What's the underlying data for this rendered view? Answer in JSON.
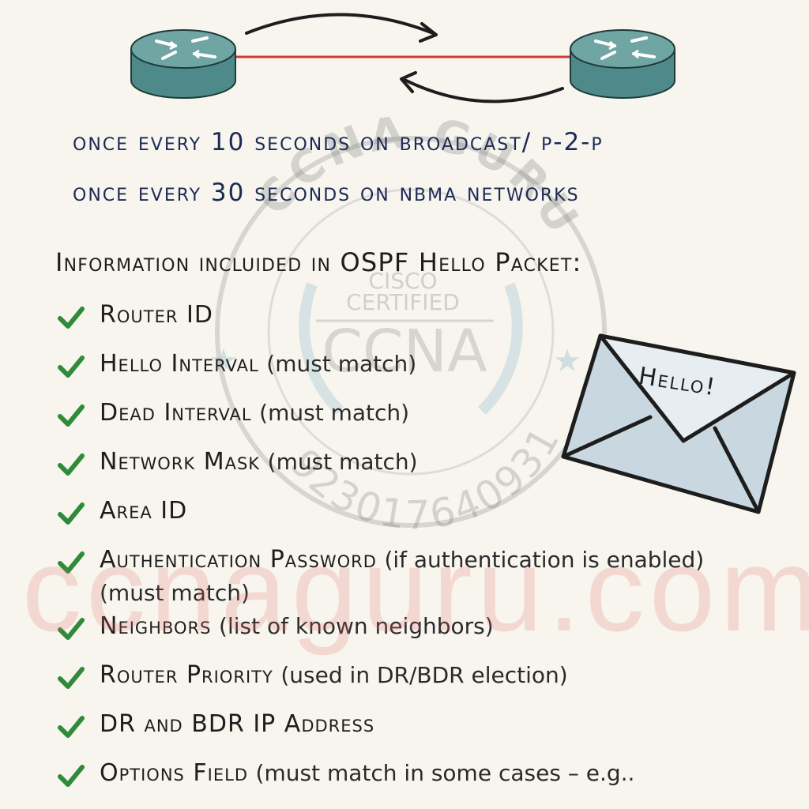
{
  "timing": {
    "line1": "once every 10 seconds on broadcast/ p-2-p",
    "line2": "once every 30 seconds on nbma networks"
  },
  "heading": "Information incluided in OSPF Hello Packet:",
  "items": [
    {
      "name": "Router ID",
      "note": ""
    },
    {
      "name": "Hello Interval",
      "note": "(must match)"
    },
    {
      "name": "Dead Interval",
      "note": "(must match)"
    },
    {
      "name": "Network Mask",
      "note": "(must match)"
    },
    {
      "name": "Area ID",
      "note": ""
    },
    {
      "name": "Authentication Password",
      "note": "(if authentication is enabled) (must match)"
    },
    {
      "name": "Neighbors",
      "note": "(list of known neighbors)"
    },
    {
      "name": "Router Priority",
      "note": "(used in DR/BDR election)"
    },
    {
      "name": "DR and BDR IP Address",
      "note": ""
    },
    {
      "name": "Options Field",
      "note": "(must match in some cases – e.g.."
    }
  ],
  "envelope": {
    "label": "Hello!"
  },
  "watermark": {
    "seal_top": "CCNA GURU",
    "seal_line1": "CISCO",
    "seal_line2": "CERTIFIED",
    "seal_line3": "CCNA",
    "seal_number": "923017640931",
    "site": "ccnaguru.com"
  },
  "colors": {
    "router_body": "#4f8a8a",
    "router_top": "#6fa5a3",
    "link": "#d23a3a",
    "timing_text": "#1b2a55",
    "check": "#2f8a3a",
    "envelope": "#c9d8e0",
    "watermark": "#e86e6e"
  }
}
